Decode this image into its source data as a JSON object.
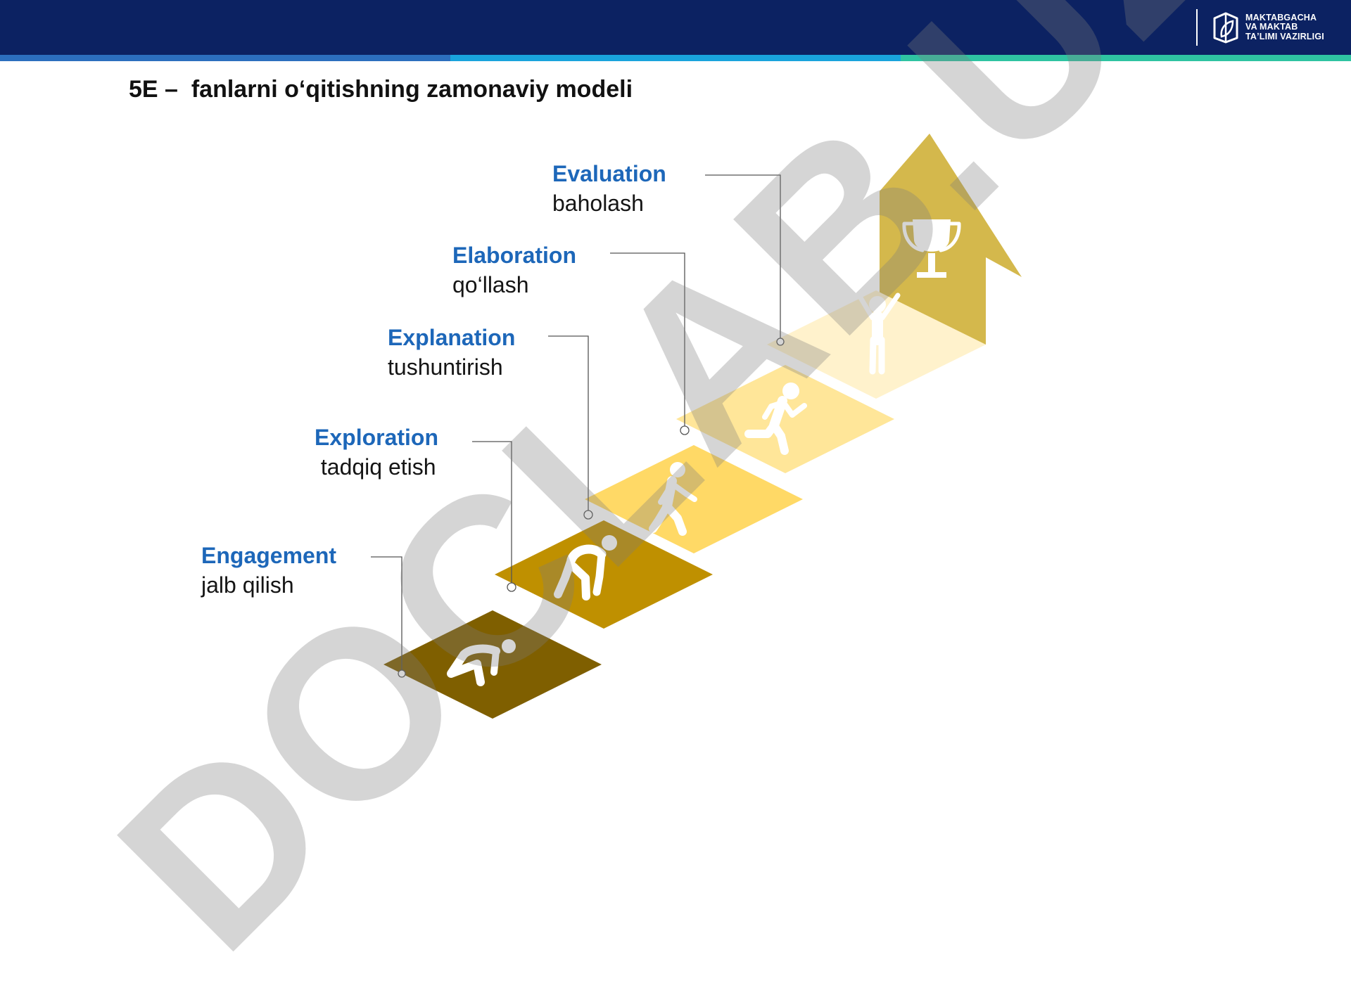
{
  "header": {
    "brand_lines": [
      "MAKTABGACHA",
      "VA MAKTAB",
      "TAʼLIMI VAZIRLIGI"
    ]
  },
  "title": "5E –  fanlarni o‘qitishning zamonaviy modeli",
  "steps": [
    {
      "en": "Engagement",
      "uz": "jalb qilish",
      "icon": "crouching-start-figure-icon",
      "color": "#7f5f00"
    },
    {
      "en": "Exploration",
      "uz": " tadqiq etish",
      "icon": "rising-figure-icon",
      "color": "#bf9000"
    },
    {
      "en": "Explanation",
      "uz": "tushuntirish",
      "icon": "walking-figure-icon",
      "color": "#ffd966"
    },
    {
      "en": "Elaboration",
      "uz": "qo‘llash",
      "icon": "running-figure-icon",
      "color": "#ffe699"
    },
    {
      "en": "Evaluation",
      "uz": "baholash",
      "icon": "cheering-figure-icon",
      "color": "#fff2cc"
    }
  ],
  "goal": {
    "icon": "trophy-icon",
    "arrow_color": "#d4b84c"
  },
  "watermark": "DOCLAB.UZ"
}
